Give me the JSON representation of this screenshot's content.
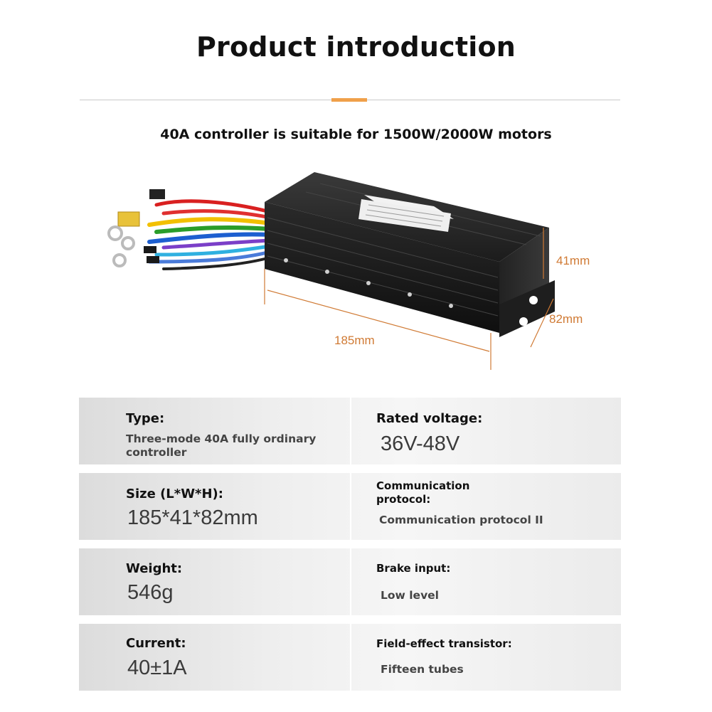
{
  "header": {
    "title": "Product introduction",
    "subtitle": "40A controller is suitable for 1500W/2000W motors"
  },
  "dimensions": {
    "length": "185mm",
    "height": "41mm",
    "width": "82mm"
  },
  "colors": {
    "accent": "#f0a04a",
    "dimension": "#d07a34",
    "row_background": "#e8e8e8"
  },
  "specs": {
    "type": {
      "label": "Type:",
      "value": "Three-mode 40A fully ordinary controller"
    },
    "voltage": {
      "label": "Rated voltage:",
      "value": "36V-48V"
    },
    "size": {
      "label": "Size (L*W*H):",
      "value": "185*41*82mm"
    },
    "protocol": {
      "label": "Communication protocol:",
      "value": "Communication protocol II"
    },
    "weight": {
      "label": "Weight:",
      "value": "546g"
    },
    "brake": {
      "label": "Brake input:",
      "value": "Low level"
    },
    "current": {
      "label": "Current:",
      "value": "40±1A"
    },
    "transistor": {
      "label": "Field-effect transistor:",
      "value": "Fifteen tubes"
    }
  }
}
